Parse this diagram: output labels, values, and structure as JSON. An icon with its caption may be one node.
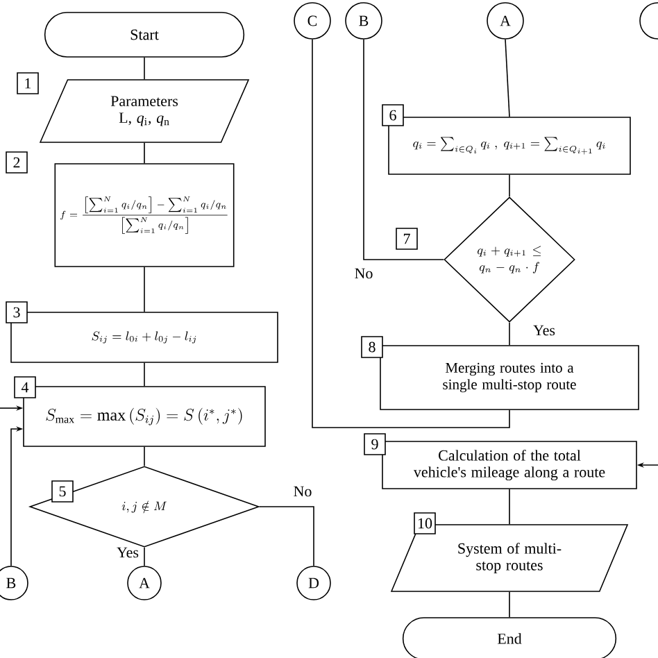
{
  "diagram": {
    "nodes": [
      {
        "text": [
          "Start"
        ]
      },
      {
        "text": [
          "Parameters L, *q*$_{i}$, *q*$_{n}$"
        ],
        "beside": [
          "1"
        ]
      },
      {
        "text": [
          "f=\\frac{\\left[\\sum_{i=1}^{N} q_i / q_n\\right]-\\sum_{i=1}^{N} q_i / q_n}{\\left[\\sum_{i=1}^{N} q_i / q_n\\right]}"
        ],
        "beside": [
          "2"
        ]
      },
      {
        "text": [
          "S_{ij}=l_{0i}+l_{0j}-l_{ij}"
        ],
        "beside": [
          "3"
        ]
      },
      {
        "text": [
          "S_{\\max}=\\max\\,(S_{ij})=S\\,(i^{*},j^{*})"
        ],
        "beside": [
          "4"
        ]
      },
      {
        "text": [
          "i,j\\notin M"
        ],
        "beside": [
          "5"
        ]
      },
      {
        "text": [
          "A"
        ]
      },
      {
        "text": [
          "D"
        ]
      },
      {
        "text": [
          "B"
        ]
      },
      {
        "text": [
          "C"
        ]
      },
      {
        "text": [
          "B"
        ]
      },
      {
        "text": [
          "A"
        ]
      },
      {
        "text": [
          "q_i=\\sum_{i\\in Q_i} q_i\\;,\\; q_{i+1}=\\sum_{i\\in Q_{i+1}} q_i"
        ],
        "beside": [
          "6"
        ]
      },
      {
        "text": [
          "q_i+q_{i+1}\\leq q_n-q_n\\cdot f"
        ],
        "beside": [
          "7"
        ]
      },
      {
        "text": [
          "Merging routes into a single multi-stop route"
        ],
        "beside": [
          "8"
        ]
      },
      {
        "text": [
          "Calculation of the total vehicle's mileage along a route"
        ],
        "beside": [
          "9"
        ]
      },
      {
        "text": [
          "System of multi-stop routes"
        ],
        "beside": [
          "10"
        ]
      },
      {
        "text": [
          "End"
        ]
      },
      {
        "text": [],
        "shape": "circle"
      }
    ],
    "edges": [
      {
        "from": 0,
        "to": 1,
        "arrow": "none"
      },
      {
        "from": 1,
        "to": 2,
        "arrow": "none"
      },
      {
        "from": 2,
        "to": 3,
        "arrow": "none"
      },
      {
        "from": 3,
        "to": 4,
        "arrow": "none"
      },
      {
        "from": 4,
        "to": 5,
        "arrow": "none"
      },
      {
        "from": 5,
        "to": 6,
        "arrow": "none",
        "label": "Yes"
      },
      {
        "from": 5,
        "to": 7,
        "arrow": "none",
        "label": "No"
      },
      {
        "from": 8,
        "to": 4,
        "arrow": "to"
      },
      {
        "from": null,
        "to": 4,
        "arrow": "to"
      },
      {
        "from": 11,
        "to": 12,
        "arrow": "none"
      },
      {
        "from": 12,
        "to": 13,
        "arrow": "none"
      },
      {
        "from": 13,
        "to": 10,
        "arrow": "none",
        "label": "No"
      },
      {
        "from": 13,
        "to": 14,
        "arrow": "none",
        "label": "Yes"
      },
      {
        "from": 14,
        "to": 9,
        "arrow": "none"
      },
      {
        "from": null,
        "to": 15,
        "arrow": "to"
      },
      {
        "from": 15,
        "to": 16,
        "arrow": "none"
      },
      {
        "from": 16,
        "to": 17,
        "arrow": "none"
      }
    ]
  }
}
